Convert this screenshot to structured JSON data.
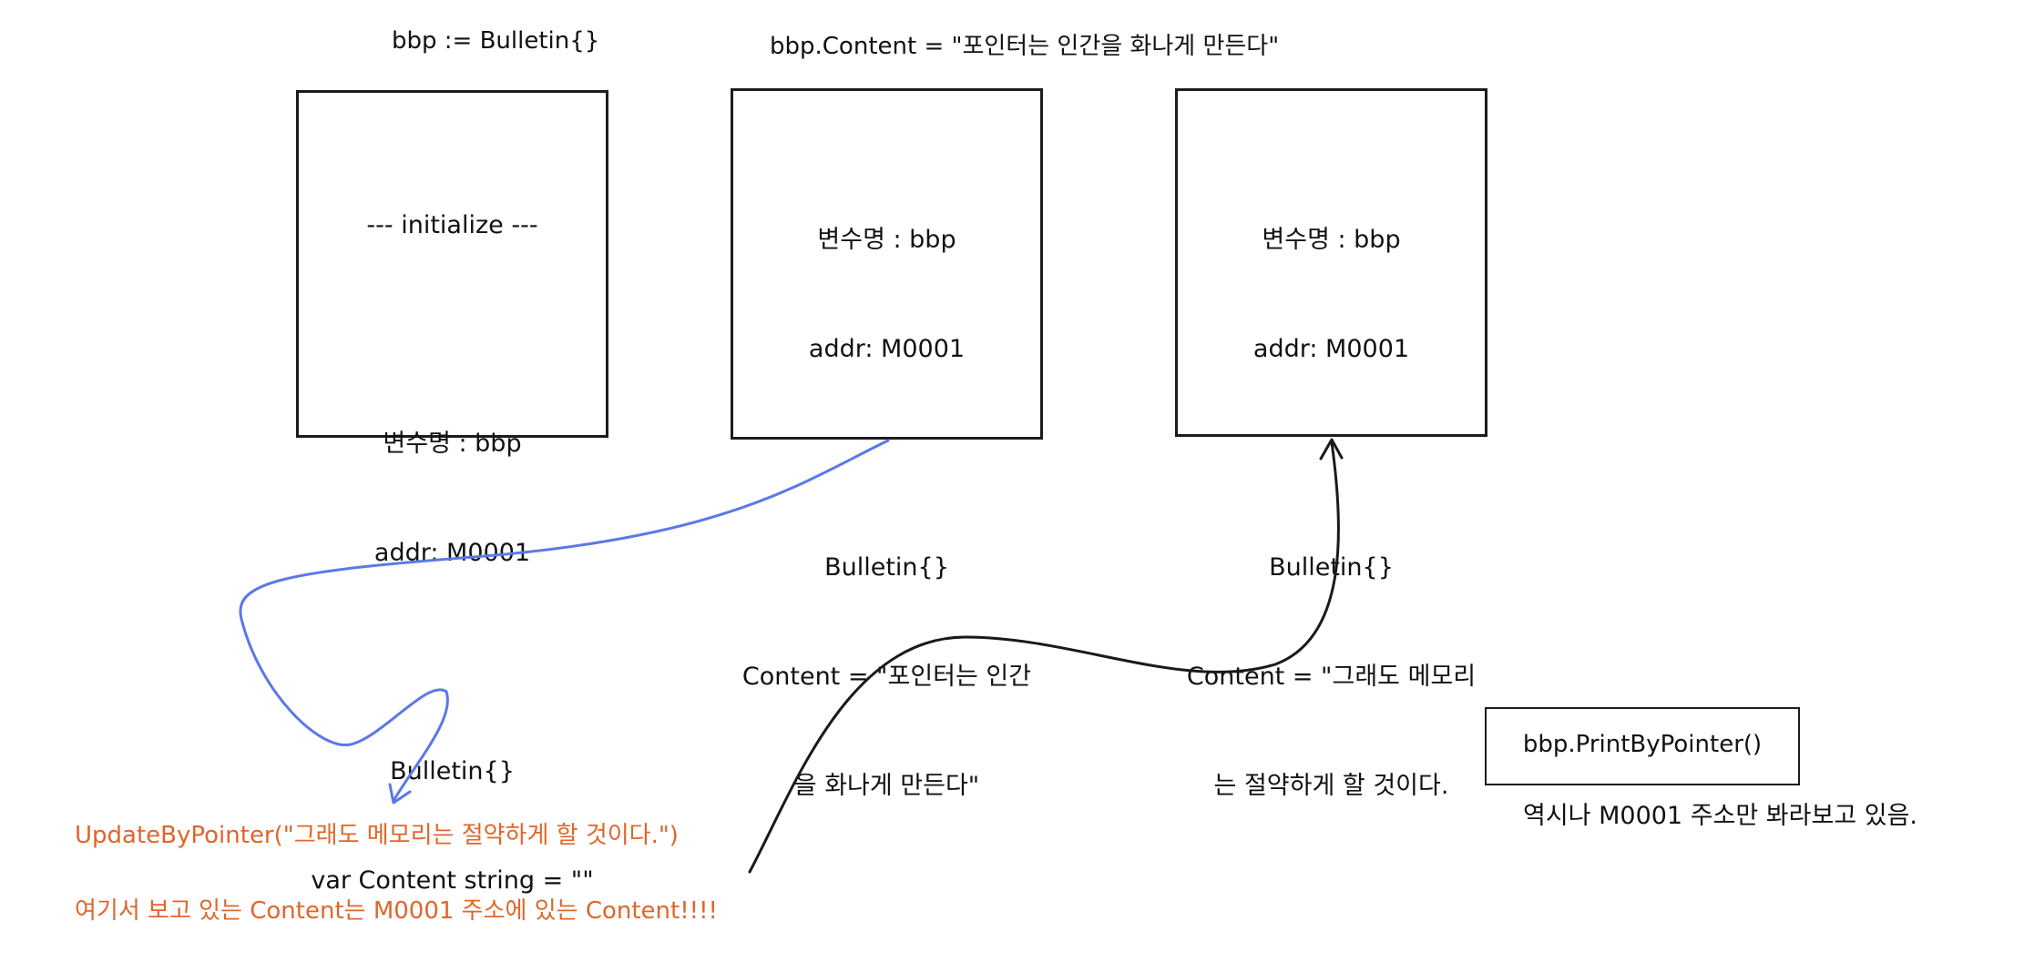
{
  "headings": {
    "init": "bbp := Bulletin{}",
    "assign": "bbp.Content = \"포인터는 인간을 화나게 만든다\""
  },
  "boxes": [
    {
      "lines": [
        "--- initialize ---",
        "",
        "변수명 : bbp",
        "addr: M0001",
        "",
        "Bulletin{}",
        "var Content string = \"\""
      ]
    },
    {
      "lines": [
        "변수명 : bbp",
        "addr: M0001",
        "",
        "Bulletin{}",
        "Content = \"포인터는 인간",
        "을 화나게 만든다\""
      ]
    },
    {
      "lines": [
        "변수명 : bbp",
        "addr: M0001",
        "",
        "Bulletin{}",
        "Content = \"그래도 메모리",
        "는 절약하게 할 것이다."
      ]
    }
  ],
  "call_box": {
    "label": "bbp.PrintByPointer()",
    "note": "역시나 M0001 주소만 봐라보고 있음."
  },
  "orange_notes": {
    "update_call": "UpdateByPointer(\"그래도 메모리는 절약하게 할 것이다.\")",
    "explanation": "여기서 보고 있는 Content는 M0001 주소에 있는 Content!!!!"
  },
  "colors": {
    "blue_arrow": "#5b78e6",
    "black_arrow": "#1a1a1a",
    "orange_text": "#e0662a"
  }
}
